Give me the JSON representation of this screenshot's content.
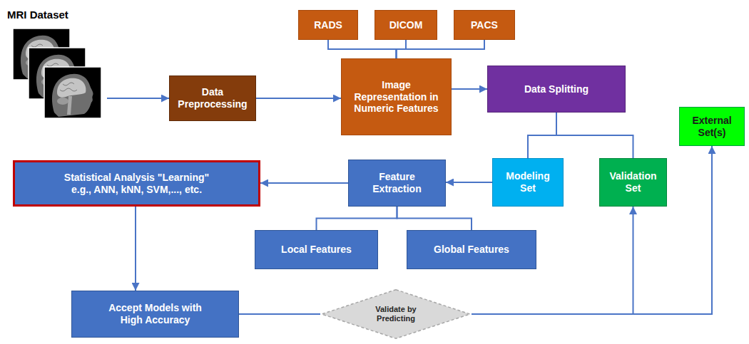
{
  "diagram": {
    "nodes": [
      {
        "text": [
          "MRI Dataset"
        ]
      },
      {
        "text": [
          "RADS"
        ]
      },
      {
        "text": [
          "DICOM"
        ]
      },
      {
        "text": [
          "PACS"
        ]
      },
      {
        "text": [
          "Data Preprocessing"
        ]
      },
      {
        "text": [
          "Image Representation in Numeric Features"
        ]
      },
      {
        "text": [
          "Data Splitting"
        ]
      },
      {
        "text": [
          "External Set(s)"
        ]
      },
      {
        "text": [
          "Statistical Analysis \"Learning\" e.g., ANN, kNN, SVM,..., etc."
        ]
      },
      {
        "text": [
          "Feature Extraction"
        ]
      },
      {
        "text": [
          "Modeling Set"
        ]
      },
      {
        "text": [
          "Validation Set"
        ]
      },
      {
        "text": [
          "Local Features"
        ]
      },
      {
        "text": [
          "Global Features"
        ]
      },
      {
        "text": [
          "Accept Models with High Accuracy"
        ]
      },
      {
        "text": [
          "Validate by Predicting"
        ]
      }
    ],
    "edges": [
      {
        "from": 0,
        "to": 4,
        "arrow": "to"
      },
      {
        "from": 4,
        "to": 5,
        "arrow": "to"
      },
      {
        "from": 1,
        "to": 5,
        "arrow": "none"
      },
      {
        "from": 2,
        "to": 5,
        "arrow": "none"
      },
      {
        "from": 3,
        "to": 5,
        "arrow": "none"
      },
      {
        "from": 5,
        "to": 6,
        "arrow": "to"
      },
      {
        "from": 6,
        "to": 10,
        "arrow": "none"
      },
      {
        "from": 6,
        "to": 11,
        "arrow": "none"
      },
      {
        "from": 10,
        "to": 9,
        "arrow": "to"
      },
      {
        "from": 9,
        "to": 8,
        "arrow": "to"
      },
      {
        "from": 9,
        "to": 12,
        "arrow": "none"
      },
      {
        "from": 9,
        "to": 13,
        "arrow": "none"
      },
      {
        "from": 8,
        "to": 14,
        "arrow": "to"
      },
      {
        "from": 14,
        "to": 15,
        "arrow": "none"
      },
      {
        "from": 15,
        "to": 11,
        "arrow": "to"
      },
      {
        "from": 15,
        "to": 7,
        "arrow": "to"
      }
    ]
  }
}
